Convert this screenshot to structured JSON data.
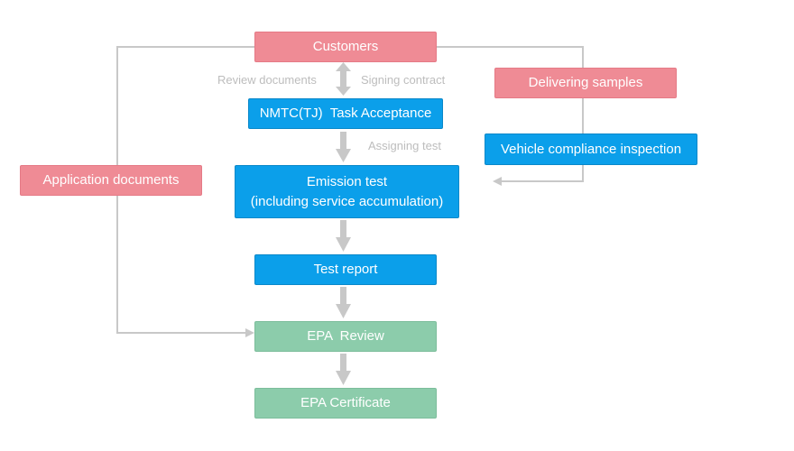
{
  "nodes": {
    "customers": "Customers",
    "delivering_samples": "Delivering samples",
    "task_acceptance": "NMTC(TJ)  Task Acceptance",
    "vehicle_inspection": "Vehicle compliance inspection",
    "application_documents": "Application documents",
    "emission_test_line1": "Emission test",
    "emission_test_line2": "(including service accumulation)",
    "test_report": "Test report",
    "epa_review": "EPA  Review",
    "epa_certificate": "EPA Certificate"
  },
  "labels": {
    "review_documents": "Review documents",
    "signing_contract": "Signing contract",
    "assigning_test": "Assigning test"
  },
  "colors": {
    "customer_side": "#ef8b95",
    "nmtc_process": "#0b9fea",
    "epa_process": "#8cccab",
    "connector": "#c8c8c8",
    "annotation_text": "#bdbdbd"
  }
}
